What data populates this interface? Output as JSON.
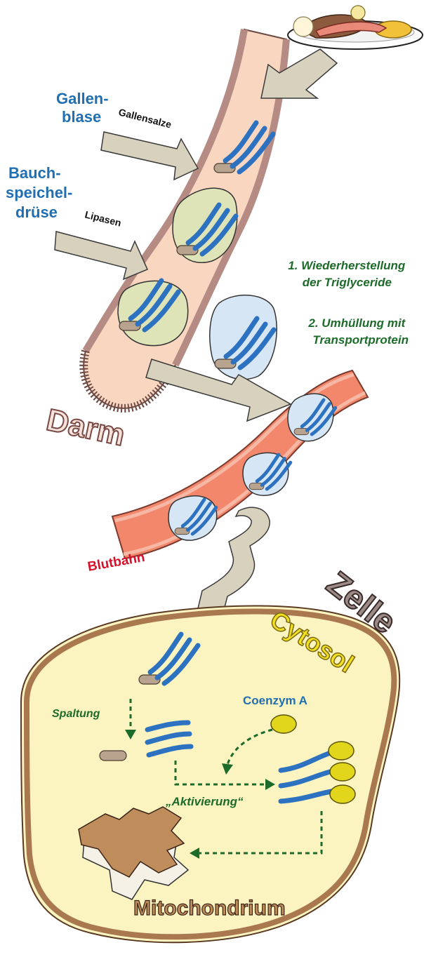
{
  "labels": {
    "gallbladder": [
      "Gallen-",
      "blase"
    ],
    "bile_salts": "Gallensalze",
    "pancreas": [
      "Bauch-",
      "speichel-",
      "drüse"
    ],
    "lipases": "Lipasen",
    "step1": [
      "1. Wiederherstellung",
      "der Triglyceride"
    ],
    "step2": [
      "2. Umhüllung mit",
      "Transportprotein"
    ],
    "intestine": "Darm",
    "bloodstream": "Blutbahn",
    "cell": "Zelle",
    "cytosol": "Cytosol",
    "cleavage": "Spaltung",
    "coenzyme": "Coenzym A",
    "activation": "„Aktivierung“",
    "mitochondrion": "Mitochondrium"
  },
  "colors": {
    "intestine_fill": "#f9d6bf",
    "intestine_wall": "#b58b83",
    "blood_fill": "#f2876c",
    "cell_fill": "#fbf3c0",
    "cell_wall": "#a9784f",
    "fatty_acid": "#2c72c0",
    "glycerol": "#b8a48e",
    "coenzyme": "#e2d61c",
    "arrow_fill": "#d8d1bd",
    "dashed_green": "#1d6b2a",
    "mito": "#bf8c5c"
  }
}
